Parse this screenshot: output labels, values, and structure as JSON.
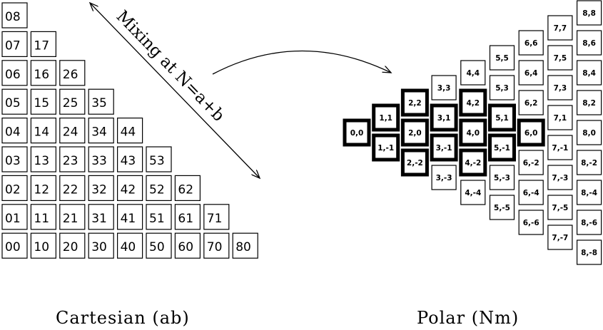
{
  "captions": {
    "cartesian": "Cartesian (ab)",
    "polar": "Polar (Nm)"
  },
  "mixing_label": "Mixing at N=a+b",
  "cartesian_rows": [
    [
      "08"
    ],
    [
      "07",
      "17"
    ],
    [
      "06",
      "16",
      "26"
    ],
    [
      "05",
      "15",
      "25",
      "35"
    ],
    [
      "04",
      "14",
      "24",
      "34",
      "44"
    ],
    [
      "03",
      "13",
      "23",
      "33",
      "43",
      "53"
    ],
    [
      "02",
      "12",
      "22",
      "32",
      "42",
      "52",
      "62"
    ],
    [
      "01",
      "11",
      "21",
      "31",
      "41",
      "51",
      "61",
      "71"
    ],
    [
      "00",
      "10",
      "20",
      "30",
      "40",
      "50",
      "60",
      "70",
      "80"
    ]
  ],
  "polar_columns": [
    [
      "0,0"
    ],
    [
      "1,1",
      "1,-1"
    ],
    [
      "2,2",
      "2,0",
      "2,-2"
    ],
    [
      "3,3",
      "3,1",
      "3,-1",
      "3,-3"
    ],
    [
      "4,4",
      "4,2",
      "4,0",
      "4,-2",
      "4,-4"
    ],
    [
      "5,5",
      "5,3",
      "5,1",
      "5,-1",
      "5,-3",
      "5,-5"
    ],
    [
      "6,6",
      "6,4",
      "6,2",
      "6,0",
      "6,-2",
      "6,-4",
      "6,-6"
    ],
    [
      "7,7",
      "7,5",
      "7,3",
      "7,1",
      "7,-1",
      "7,-3",
      "7,-5",
      "7,-7"
    ],
    [
      "8,8",
      "8,6",
      "8,4",
      "8,2",
      "8,0",
      "8,-2",
      "8,-4",
      "8,-6",
      "8,-8"
    ]
  ],
  "polar_bold_cells": [
    "0,0",
    "1,1",
    "1,-1",
    "2,2",
    "2,0",
    "2,-2",
    "3,1",
    "3,-1",
    "4,2",
    "4,0",
    "4,-2",
    "5,1",
    "5,-1",
    "6,0"
  ]
}
